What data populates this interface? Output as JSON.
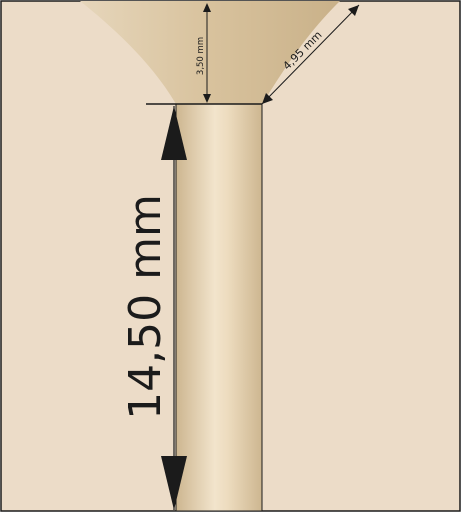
{
  "labels": {
    "shaft_length": "14,50 mm",
    "neck_height": "3,50 mm",
    "flare_width": "4,95 mm"
  },
  "colors": {
    "background": "#ecdcc8",
    "border": "#1b1b1b",
    "wood_light": "#f2e4cc",
    "wood_mid": "#e2cfb0",
    "wood_dark": "#cdb690",
    "funnel": "#d8c29d",
    "lines": "#1b1b1b"
  }
}
